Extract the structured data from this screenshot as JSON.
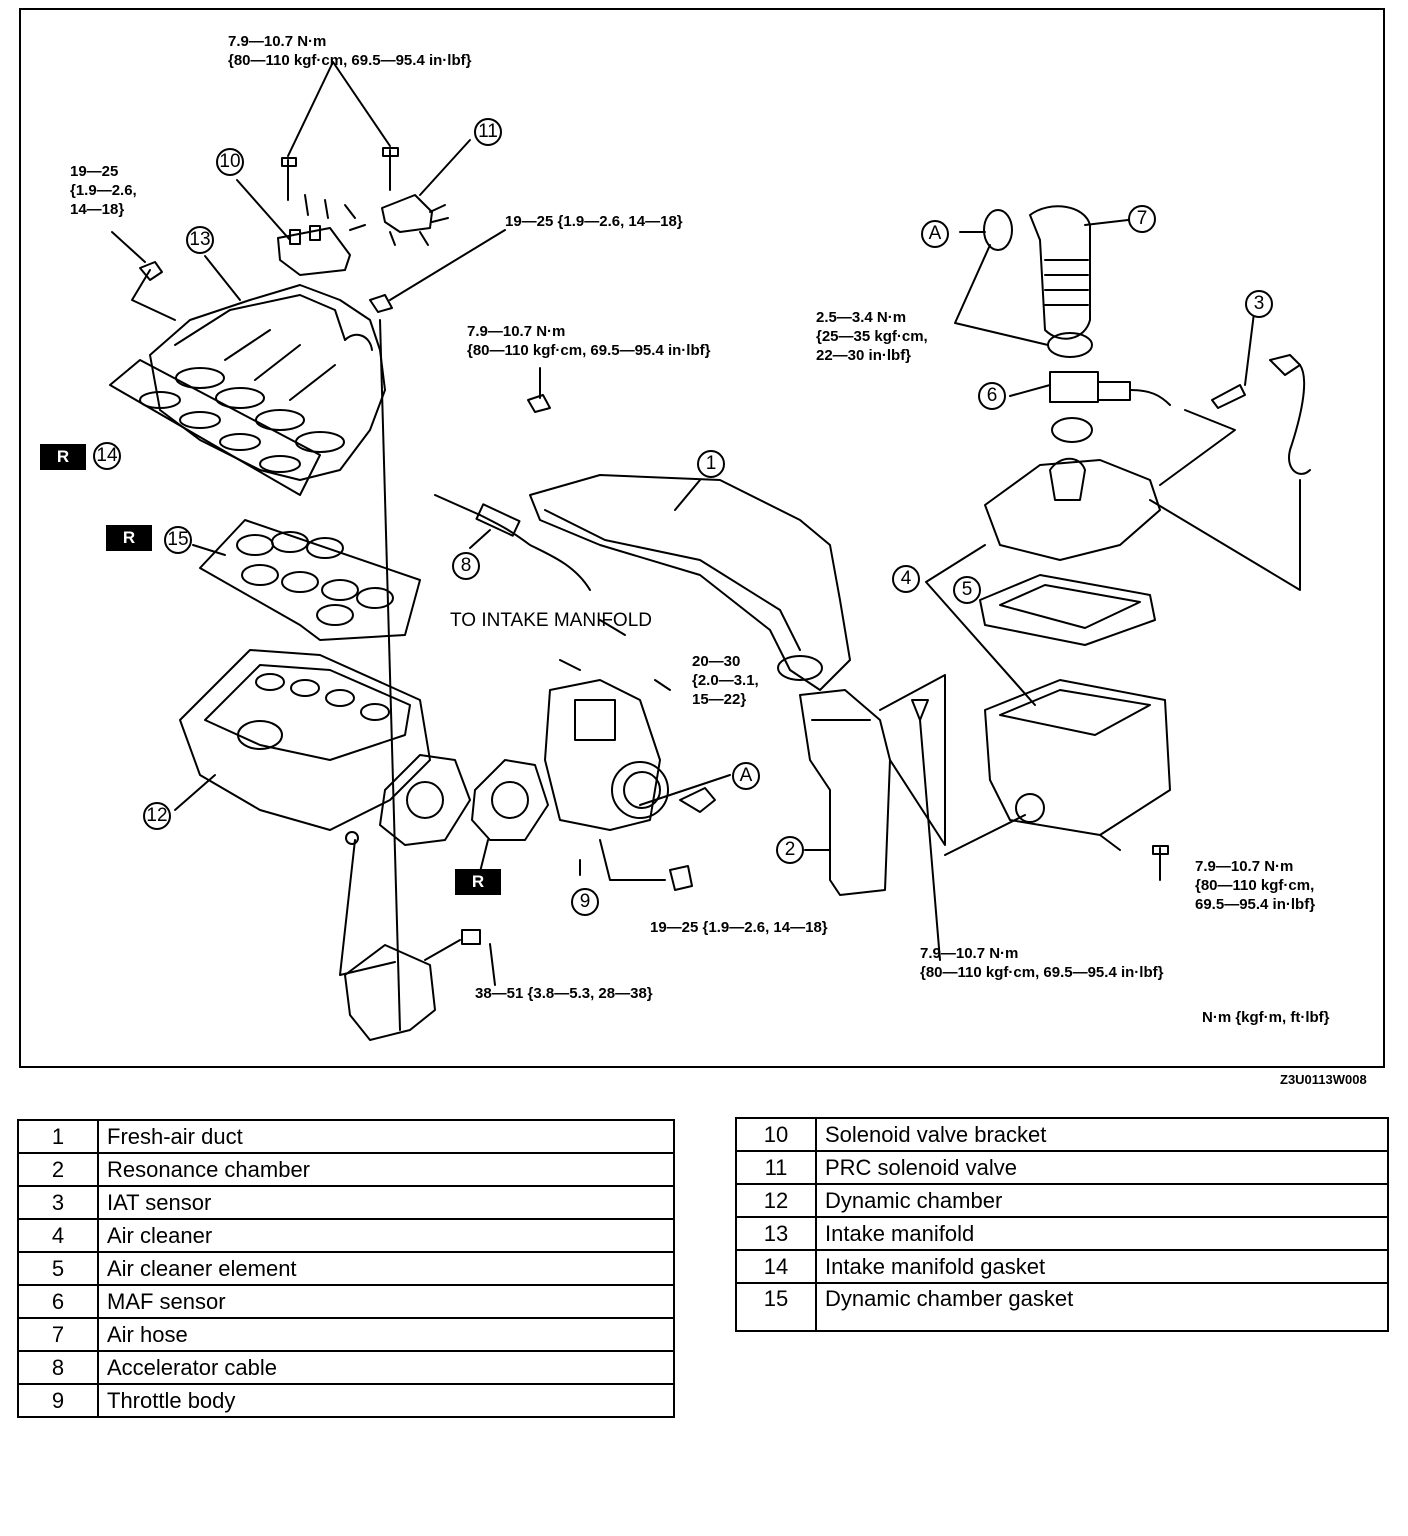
{
  "torque": {
    "t_top": [
      "7.9—10.7 N·m",
      "{80—110 kgf·cm, 69.5—95.4 in·lbf}"
    ],
    "t_topleft": [
      "19—25",
      "{1.9—2.6,",
      "14—18}"
    ],
    "t_mid_top": "19—25 {1.9—2.6, 14—18}",
    "t_duct": [
      "7.9—10.7 N·m",
      "{80—110 kgf·cm, 69.5—95.4 in·lbf}"
    ],
    "t_clamp": [
      "2.5—3.4 N·m",
      "{25—35 kgf·cm,",
      "22—30 in·lbf}"
    ],
    "t_throttle": [
      "20—30",
      "{2.0—3.1,",
      "15—22}"
    ],
    "t_cleaner": [
      "7.9—10.7 N·m",
      "{80—110 kgf·cm,",
      "69.5—95.4 in·lbf}"
    ],
    "t_body": "19—25 {1.9—2.6, 14—18}",
    "t_resonance": [
      "7.9—10.7 N·m",
      "{80—110 kgf·cm, 69.5—95.4 in·lbf}"
    ],
    "t_bracket": "38—51 {3.8—5.3, 28—38}",
    "units": "N·m {kgf·m, ft·lbf}"
  },
  "to_intake": "TO INTAKE MANIFOLD",
  "callouts": [
    "1",
    "2",
    "3",
    "4",
    "5",
    "6",
    "7",
    "8",
    "9",
    "10",
    "11",
    "12",
    "13",
    "14",
    "15"
  ],
  "ref_letter": "A",
  "badge": "R",
  "figure_code": "Z3U0113W008",
  "legend_left": [
    {
      "num": "1",
      "name": "Fresh-air duct"
    },
    {
      "num": "2",
      "name": "Resonance chamber"
    },
    {
      "num": "3",
      "name": "IAT sensor"
    },
    {
      "num": "4",
      "name": "Air cleaner"
    },
    {
      "num": "5",
      "name": "Air cleaner element"
    },
    {
      "num": "6",
      "name": "MAF sensor"
    },
    {
      "num": "7",
      "name": "Air hose"
    },
    {
      "num": "8",
      "name": "Accelerator cable"
    },
    {
      "num": "9",
      "name": "Throttle body"
    }
  ],
  "legend_right": [
    {
      "num": "10",
      "name": "Solenoid valve bracket"
    },
    {
      "num": "11",
      "name": "PRC solenoid valve"
    },
    {
      "num": "12",
      "name": "Dynamic chamber"
    },
    {
      "num": "13",
      "name": "Intake manifold"
    },
    {
      "num": "14",
      "name": "Intake manifold gasket"
    },
    {
      "num": "15",
      "name": "Dynamic chamber gasket"
    }
  ]
}
